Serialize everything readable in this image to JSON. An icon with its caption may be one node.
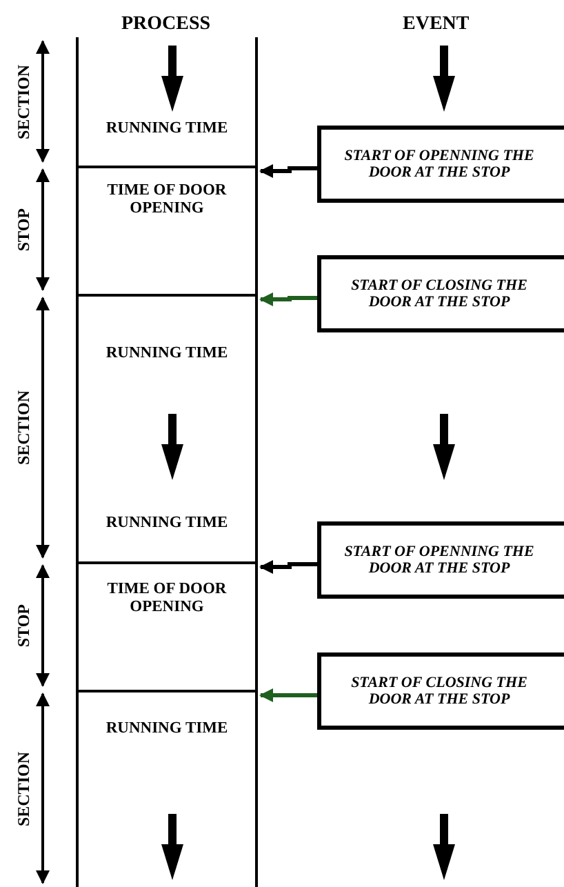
{
  "diagram": {
    "nodes": [
      {
        "text": [
          "RUNNING TIME"
        ]
      },
      {
        "text": [
          "TIME OF DOOR OPENING"
        ]
      },
      {
        "text": [
          "RUNNING TIME",
          "RUNNING TIME"
        ]
      },
      {
        "text": [
          "TIME OF DOOR OPENING"
        ]
      },
      {
        "text": [
          "RUNNING TIME"
        ]
      },
      {
        "text": [
          "START OF OPENNING THE DOOR AT THE STOP"
        ]
      },
      {
        "text": [
          "START OF CLOSING THE DOOR AT THE STOP"
        ]
      },
      {
        "text": [
          "START OF OPENNING THE DOOR AT THE STOP"
        ]
      },
      {
        "text": [
          "START OF CLOSING THE DOOR AT THE STOP"
        ]
      }
    ],
    "edges": [
      {
        "from": 5,
        "to": 1,
        "arrow": "to"
      },
      {
        "from": 6,
        "to": 2,
        "arrow": "to",
        "color": "#1f5f1f"
      },
      {
        "from": 7,
        "to": 3,
        "arrow": "to"
      },
      {
        "from": 8,
        "to": 4,
        "arrow": "to",
        "color": "#1f5f1f"
      }
    ],
    "labels": [
      "PROCESS",
      "EVENT",
      "SECTION",
      "STOP",
      "SECTION",
      "STOP",
      "SECTION"
    ]
  }
}
